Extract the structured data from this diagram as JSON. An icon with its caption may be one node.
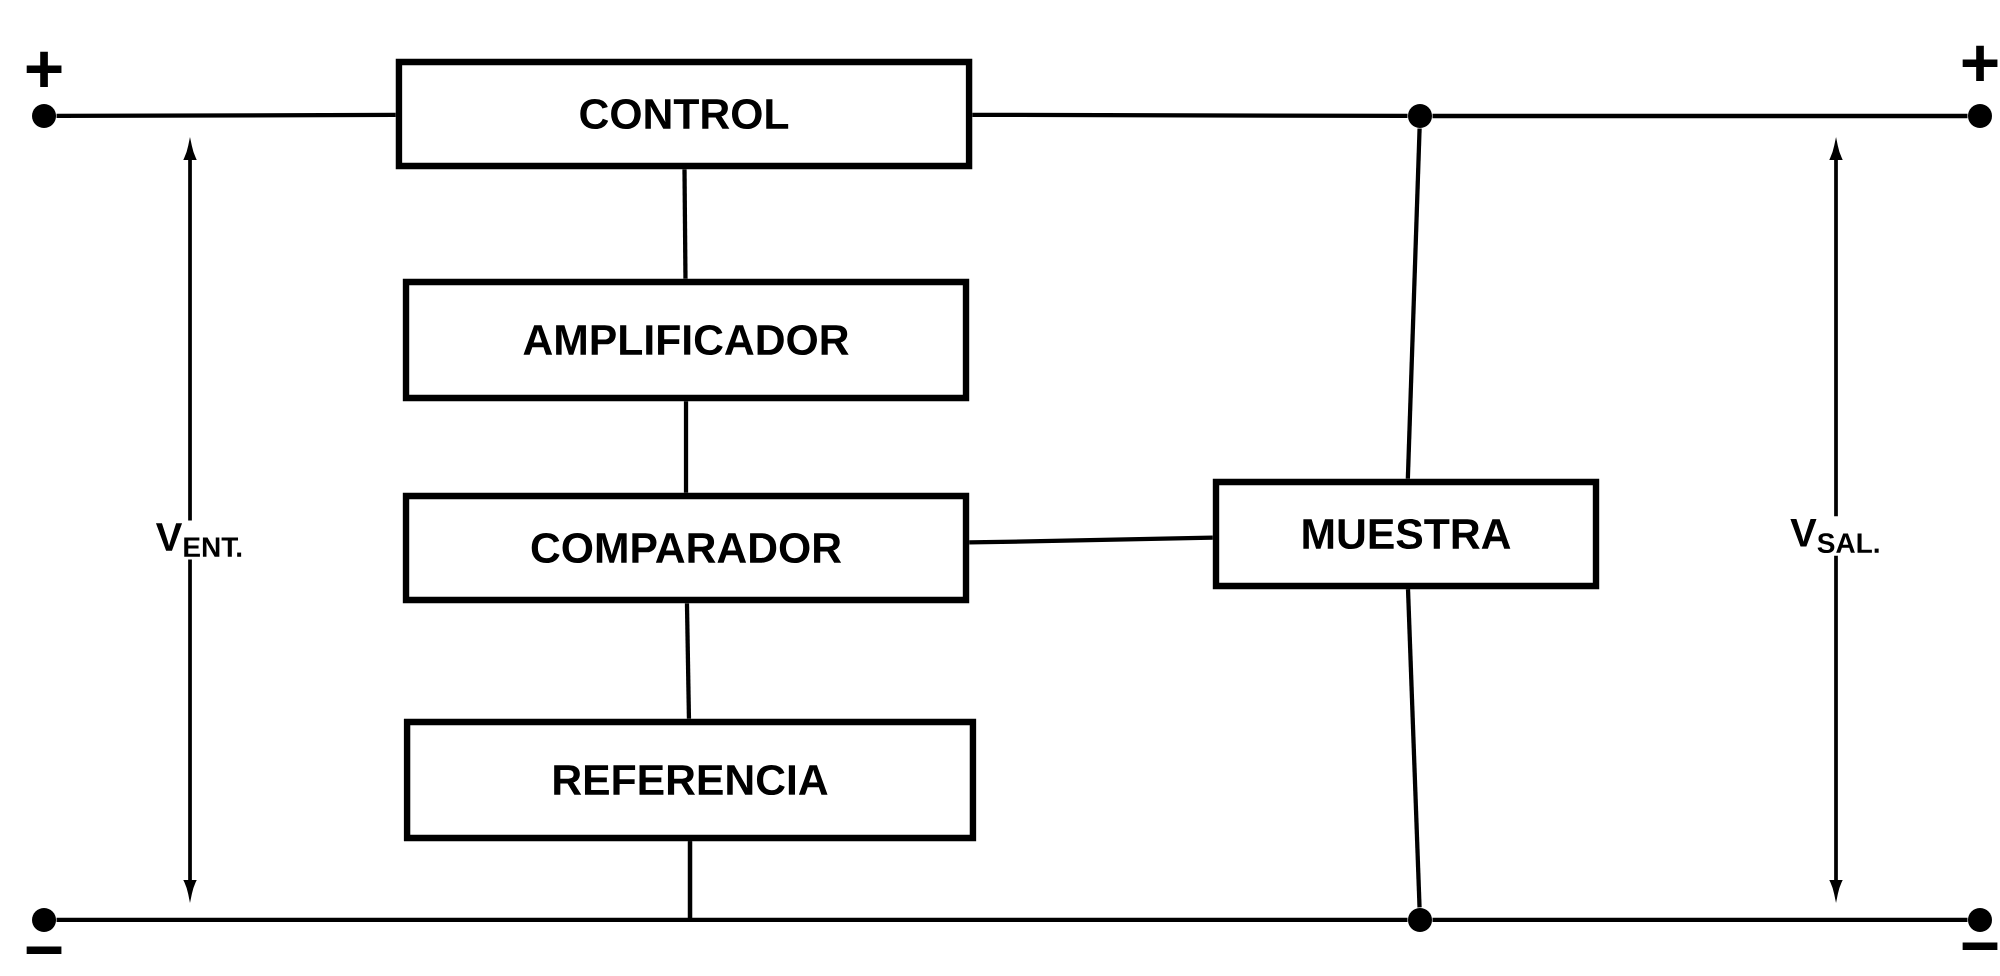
{
  "diagram": {
    "nodes": [
      {
        "text": [],
        "shape": "circle"
      },
      {
        "text": [
          "CONTROL"
        ]
      },
      {
        "text": [],
        "shape": "circle"
      },
      {
        "text": [],
        "shape": "circle"
      },
      {
        "text": [
          "AMPLIFICADOR"
        ]
      },
      {
        "text": [
          "COMPARADOR"
        ]
      },
      {
        "text": [
          "MUESTRA"
        ]
      },
      {
        "text": [
          "REFERENCIA"
        ]
      },
      {
        "text": [],
        "shape": "circle"
      },
      {
        "text": [],
        "shape": "circle"
      },
      {
        "text": [],
        "shape": "circle"
      }
    ],
    "edges": [
      {
        "from": 0,
        "to": 1,
        "arrow": "none"
      },
      {
        "from": 1,
        "to": 2,
        "arrow": "none"
      },
      {
        "from": 2,
        "to": 3,
        "arrow": "none"
      },
      {
        "from": 1,
        "to": 4,
        "arrow": "none"
      },
      {
        "from": 4,
        "to": 5,
        "arrow": "none"
      },
      {
        "from": 5,
        "to": 7,
        "arrow": "none"
      },
      {
        "from": 5,
        "to": 6,
        "arrow": "none"
      },
      {
        "from": 2,
        "to": 6,
        "arrow": "none"
      },
      {
        "from": 6,
        "to": 9,
        "arrow": "none"
      },
      {
        "from": 7,
        "to": 8,
        "arrow": "none"
      },
      {
        "from": 7,
        "to": 9,
        "arrow": "none"
      },
      {
        "from": 9,
        "to": 10,
        "arrow": "none"
      }
    ],
    "labels": [
      "+",
      "+",
      "V$_{ENT.}$",
      "V$_{SAL.}$",
      "−",
      "−"
    ]
  }
}
